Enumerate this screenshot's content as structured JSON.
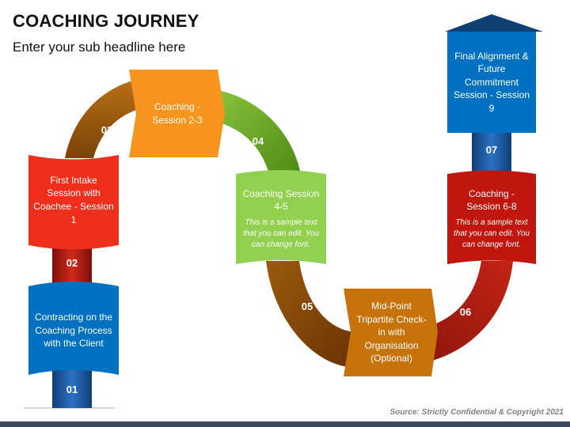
{
  "header": {
    "title": "COACHING JOURNEY",
    "subtitle": "Enter your sub headline here"
  },
  "steps": [
    {
      "number": "01",
      "label": "Contracting on the Coaching Process with the Client",
      "color": "#0070c0"
    },
    {
      "number": "02",
      "label": "First Intake Session with Coachee - Session 1",
      "color": "#ee2f1b"
    },
    {
      "number": "03",
      "label": "Coaching - Session 2-3",
      "color": "#f7941d"
    },
    {
      "number": "04",
      "label": "Coaching Session 4-5",
      "description": "This is a sample text that you can edit. You can change font.",
      "color": "#92d050"
    },
    {
      "number": "05",
      "label": "Mid-Point Tripartite Check-in with Organisation (Optional)",
      "color": "#c8720c"
    },
    {
      "number": "06",
      "label": "Coaching - Session 6-8",
      "description": "This is a sample text that you can edit. You can change font.",
      "color": "#c0160e"
    },
    {
      "number": "07",
      "label": "Final Alignment & Future Commitment Session - Session 9",
      "color": "#0070c0"
    }
  ],
  "footer": {
    "source": "Source: Strictly Confidential & Copyright 2021"
  }
}
